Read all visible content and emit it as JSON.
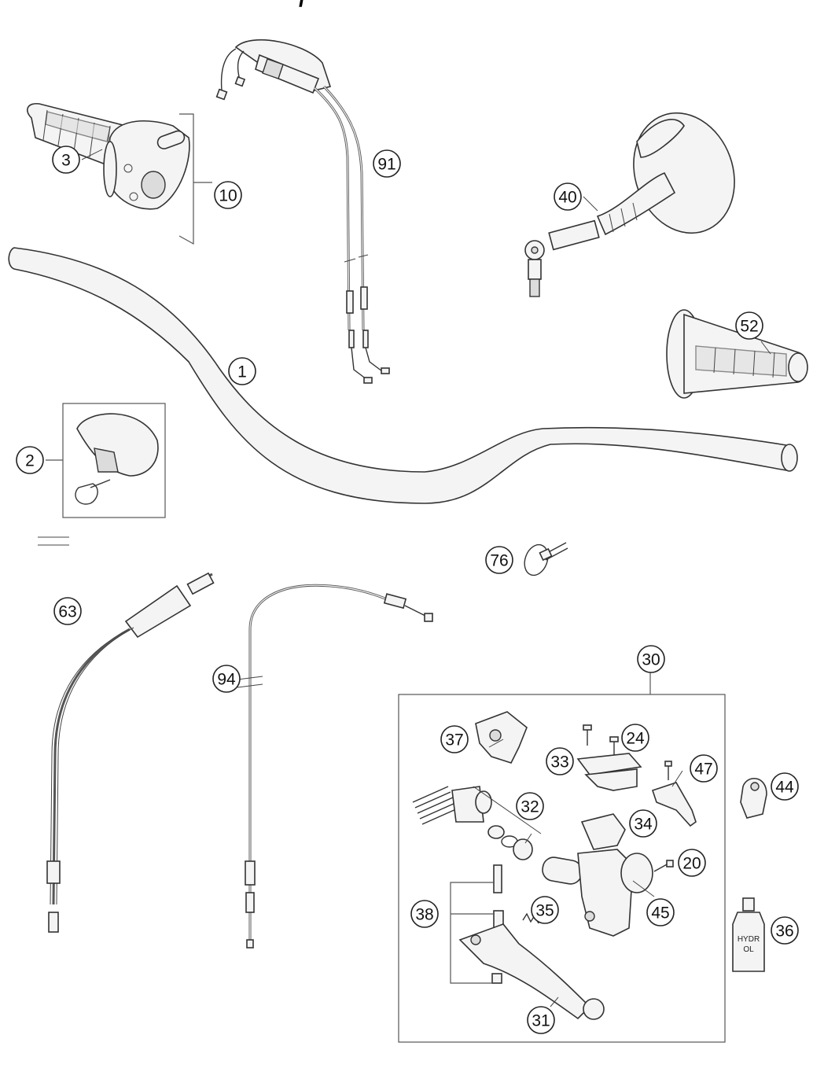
{
  "header_fragment": "/",
  "callouts": [
    {
      "id": "1",
      "label": "1"
    },
    {
      "id": "2",
      "label": "2"
    },
    {
      "id": "3",
      "label": "3"
    },
    {
      "id": "10",
      "label": "10"
    },
    {
      "id": "20",
      "label": "20"
    },
    {
      "id": "24",
      "label": "24"
    },
    {
      "id": "30",
      "label": "30"
    },
    {
      "id": "31",
      "label": "31"
    },
    {
      "id": "32",
      "label": "32"
    },
    {
      "id": "33",
      "label": "33"
    },
    {
      "id": "34",
      "label": "34"
    },
    {
      "id": "35",
      "label": "35"
    },
    {
      "id": "36",
      "label": "36"
    },
    {
      "id": "37",
      "label": "37"
    },
    {
      "id": "38",
      "label": "38"
    },
    {
      "id": "40",
      "label": "40"
    },
    {
      "id": "44",
      "label": "44"
    },
    {
      "id": "45",
      "label": "45"
    },
    {
      "id": "47",
      "label": "47"
    },
    {
      "id": "52",
      "label": "52"
    },
    {
      "id": "63",
      "label": "63"
    },
    {
      "id": "76",
      "label": "76"
    },
    {
      "id": "91",
      "label": "91"
    },
    {
      "id": "94",
      "label": "94"
    }
  ],
  "bottle_label": {
    "line1": "HYDR",
    "line2": "OL"
  }
}
